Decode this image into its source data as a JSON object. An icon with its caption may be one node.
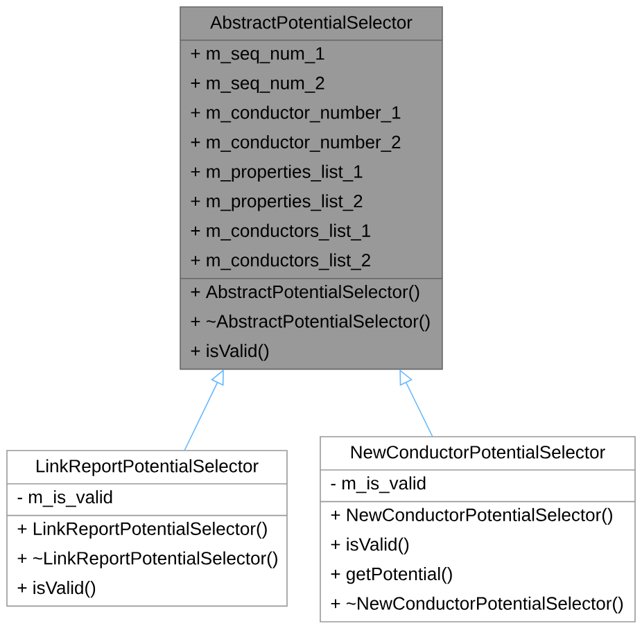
{
  "diagram": {
    "nodes": [
      {
        "text": [
          "AbstractPotentialSelector",
          "+ m_seq_num_1",
          "+ m_seq_num_2",
          "+ m_conductor_number_1",
          "+ m_conductor_number_2",
          "+ m_properties_list_1",
          "+ m_properties_list_2",
          "+ m_conductors_list_1",
          "+ m_conductors_list_2",
          "+ AbstractPotentialSelector()",
          "+ ~AbstractPotentialSelector()",
          "+ isValid()"
        ]
      },
      {
        "text": [
          "LinkReportPotentialSelector",
          "- m_is_valid",
          "+ LinkReportPotentialSelector()",
          "+ ~LinkReportPotentialSelector()",
          "+ isValid()"
        ]
      },
      {
        "text": [
          "NewConductorPotentialSelector",
          "- m_is_valid",
          "+ NewConductorPotentialSelector()",
          "+ isValid()",
          "+ getPotential()",
          "+ ~NewConductorPotentialSelector()"
        ]
      }
    ],
    "edges": [
      {
        "from": 1,
        "to": 0,
        "arrow": "to"
      },
      {
        "from": 2,
        "to": 0,
        "arrow": "to"
      }
    ]
  }
}
